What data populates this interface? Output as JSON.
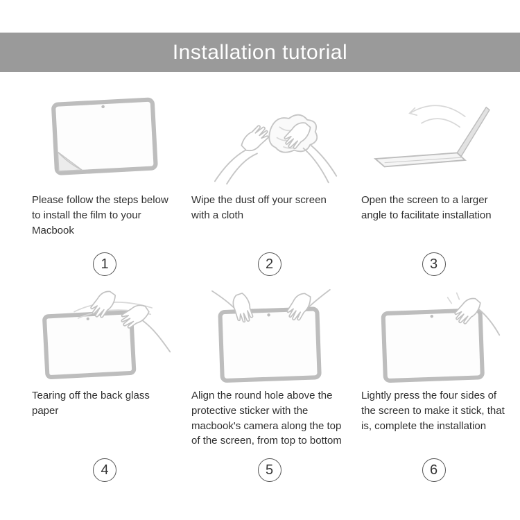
{
  "header": {
    "title": "Installation tutorial"
  },
  "steps": [
    {
      "number": "1",
      "text": "Please follow the steps below to install the film to your Macbook"
    },
    {
      "number": "2",
      "text": "Wipe the dust off your screen with a cloth"
    },
    {
      "number": "3",
      "text": "Open the screen to a larger angle to facilitate installation"
    },
    {
      "number": "4",
      "text": "Tearing off the back glass paper"
    },
    {
      "number": "5",
      "text": "Align the round hole above the protective sticker with the macbook's camera along the top of the screen, from top to bottom"
    },
    {
      "number": "6",
      "text": "Lightly press the four sides of the screen to make it stick, that is, complete the installation"
    }
  ],
  "colors": {
    "banner_bg": "#9a9a9a",
    "banner_text": "#ffffff",
    "line_art": "#c2c2c2",
    "body_text": "#333333"
  }
}
